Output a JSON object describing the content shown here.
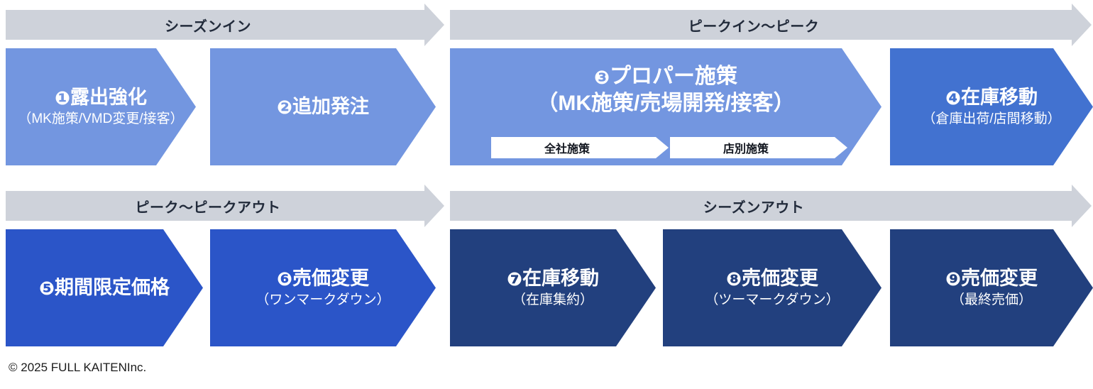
{
  "phases": [
    {
      "label": "シーズンイン",
      "color": "#CED2DA"
    },
    {
      "label": "ピークイン～ピーク",
      "color": "#CED2DA"
    },
    {
      "label": "ピーク～ピークアウト",
      "color": "#CED2DA"
    },
    {
      "label": "シーズンアウト",
      "color": "#CED2DA"
    }
  ],
  "steps": [
    {
      "num": "❶",
      "title": "露出強化",
      "sub": "（MK施策/VMD変更/接客）",
      "color": "#7396E0"
    },
    {
      "num": "❷",
      "title": "追加発注",
      "sub": "",
      "color": "#7396E0"
    },
    {
      "num": "❸",
      "title": "プロパー施策",
      "sub": "（MK施策/売場開発/接客）",
      "color": "#7396E0"
    },
    {
      "num": "❹",
      "title": "在庫移動",
      "sub": "（倉庫出荷/店間移動）",
      "color": "#4272D0"
    },
    {
      "num": "❺",
      "title": "期間限定価格",
      "sub": "",
      "color": "#2B55C8"
    },
    {
      "num": "❻",
      "title": "売価変更",
      "sub": "（ワンマークダウン）",
      "color": "#2B55C8"
    },
    {
      "num": "❼",
      "title": "在庫移動",
      "sub": "（在庫集約）",
      "color": "#22407E"
    },
    {
      "num": "❽",
      "title": "売価変更",
      "sub": "（ツーマークダウン）",
      "color": "#22407E"
    },
    {
      "num": "❾",
      "title": "売価変更",
      "sub": "（最終売価）",
      "color": "#22407E"
    }
  ],
  "substeps": [
    {
      "label": "全社施策"
    },
    {
      "label": "店別施策"
    }
  ],
  "footer": {
    "copyright": "© 2025 FULL KAITENInc."
  },
  "colors": {
    "header_gray": "#CED2DA",
    "light_blue": "#7396E0",
    "medium_blue": "#4272D0",
    "royal_blue": "#2B55C8",
    "navy": "#22407E",
    "text_dark": "#222b3b",
    "text_white": "#ffffff"
  }
}
